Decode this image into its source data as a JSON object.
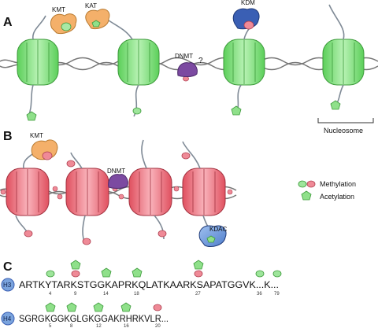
{
  "panels": {
    "a": "A",
    "b": "B",
    "c": "C"
  },
  "enzymes": {
    "kmt": "KMT",
    "kat": "KAT",
    "kdm": "KDM",
    "dnmt": "DNMT",
    "kdac": "KDAC",
    "question": "?"
  },
  "labels": {
    "nucleosome": "Nucleosome"
  },
  "legend": {
    "methylation": "Methylation",
    "acetylation": "Acetylation"
  },
  "sequences": {
    "h3": {
      "badge": "H3",
      "text": "ARTKYTARKSTGGKAPRKQLATKAARKSAPATGGVK...K...",
      "positions": [
        "4",
        "9",
        "14",
        "18",
        "27",
        "36",
        "79"
      ]
    },
    "h4": {
      "badge": "H4",
      "text": "SGRGKGGKGLGKGGAKRHRKVLR...",
      "positions": [
        "5",
        "8",
        "12",
        "16",
        "20"
      ]
    }
  },
  "colors": {
    "active_histone": "#8fe08a",
    "repressed_histone": "#f07f8d",
    "methyl_green": "#9ee59b",
    "methyl_pink": "#ef8a97",
    "acetyl": "#8fe08a",
    "kmt": "#f4b06a",
    "kdm": "#3a5fb4",
    "dnmt": "#7c4aa1",
    "kdac": "#3a5fb4",
    "h_badge": "#7aa3dd"
  }
}
